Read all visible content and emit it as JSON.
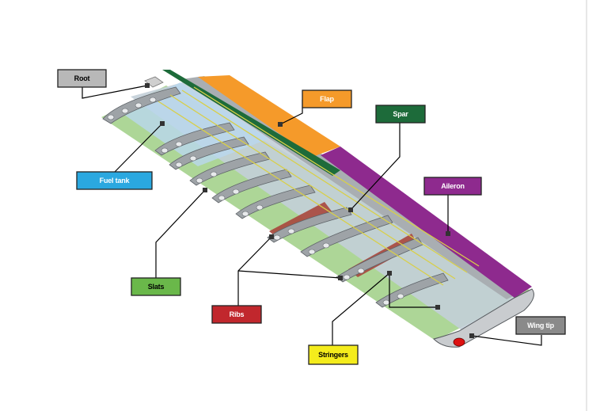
{
  "diagram": {
    "labels": {
      "root": "Root",
      "flap": "Flap",
      "spar": "Spar",
      "fuel_tank": "Fuel tank",
      "aileron": "Aileron",
      "slats": "Slats",
      "ribs": "Ribs",
      "stringers": "Stringers",
      "wing_tip": "Wing tip"
    },
    "colors": {
      "root": "#b8b8b8",
      "flap": "#f59a2a",
      "spar": "#1d6b3a",
      "fuel_tank": "#2aa8e0",
      "aileron": "#8e2a8e",
      "slats": "#6ab84a",
      "ribs": "#c1272d",
      "stringers": "#f4ec1c",
      "wing_tip": "#8a8a8a"
    }
  }
}
